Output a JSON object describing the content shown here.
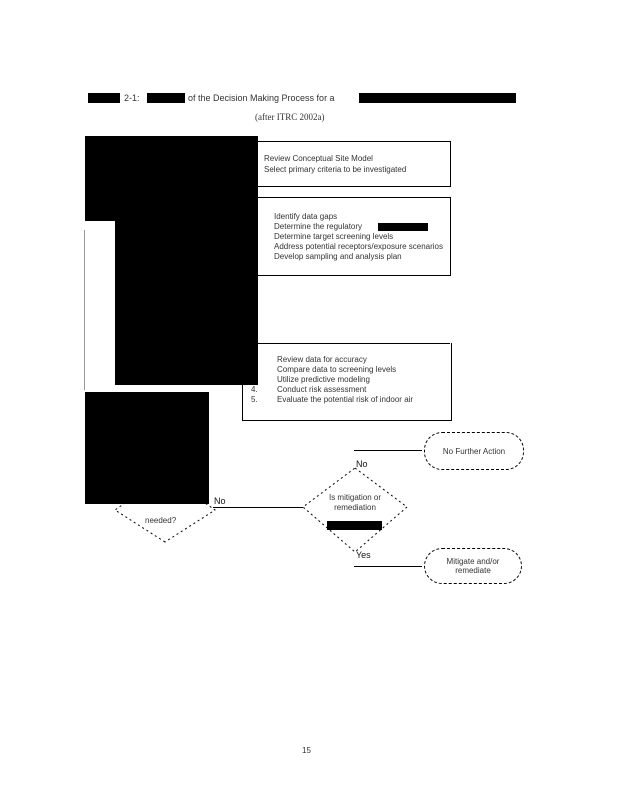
{
  "title": {
    "fig_label": "2-1:",
    "text": "of the Decision Making Process for a",
    "source": "(after ITRC 2002a)"
  },
  "box1": {
    "lines": [
      "Review Conceptual Site Model",
      "Select primary criteria to be investigated"
    ]
  },
  "box2": {
    "lines": [
      "Identify data gaps",
      "Determine the regulatory",
      "Determine target screening levels",
      "Address potential receptors/exposure scenarios",
      "Develop sampling and analysis plan"
    ]
  },
  "box3": {
    "lines": [
      "Review data for accuracy",
      "Compare data to screening levels",
      "Utilize predictive modeling",
      "Conduct risk assessment",
      "Evaluate the potential risk of indoor air"
    ],
    "numbers": [
      "4.",
      "5."
    ]
  },
  "decision_left": {
    "text": "needed?"
  },
  "decision_right": {
    "text": "Is mitigation or remediation"
  },
  "labels": {
    "no_left": "No",
    "no_top": "No",
    "yes": "Yes"
  },
  "terminals": {
    "no_action": "No Further Action",
    "mitigate": "Mitigate and/or remediate"
  },
  "page_number": "15"
}
